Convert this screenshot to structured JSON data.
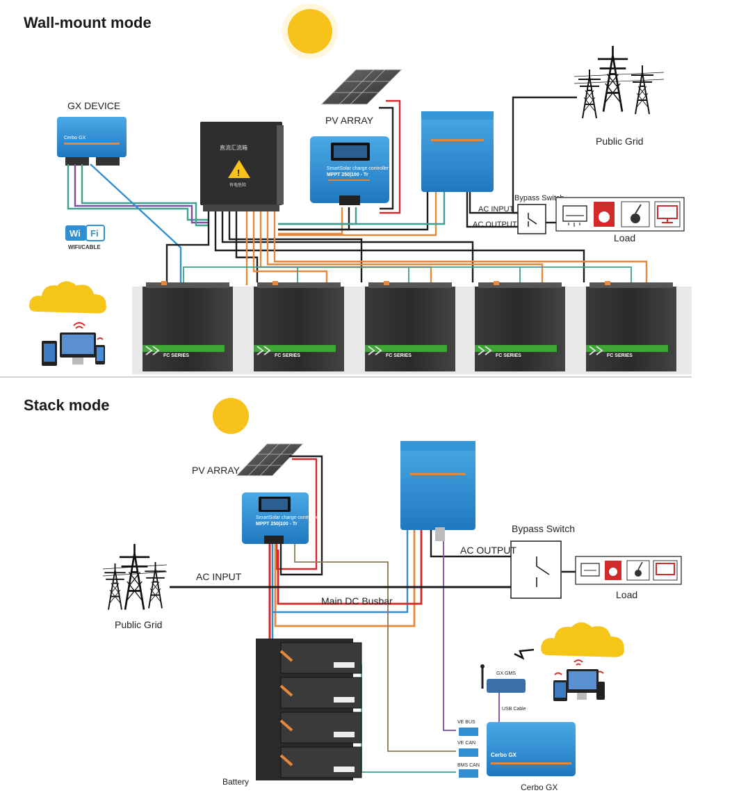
{
  "sections": {
    "wall": {
      "title": "Wall-mount mode"
    },
    "stack": {
      "title": "Stack mode"
    }
  },
  "wall": {
    "gx_device": "GX DEVICE",
    "gx_face": "Cerbo GX",
    "pv_array": "PV ARRAY",
    "public_grid": "Public Grid",
    "bypass_switch": "Bypass Switch",
    "ac_input": "AC INPUT",
    "ac_output": "AC OUTPUT",
    "load": "Load",
    "wifi": {
      "w": "Wi",
      "f": "Fi",
      "caption": "WIFI/CABLE"
    },
    "combiner_text": "直流汇流箱",
    "combiner_warning": "有电危险",
    "mppt_face": "SmartSolar charge controller",
    "mppt_model": "MPPT 250|100 - Tr",
    "battery_series": [
      "FC SERIES",
      "FC SERIES",
      "FC SERIES",
      "FC SERIES",
      "FC SERIES"
    ]
  },
  "stack": {
    "pv_array": "PV ARRAY",
    "bypass_switch": "Bypass Switch",
    "ac_output": "AC OUTPUT",
    "ac_input": "AC INPUT",
    "main_dc_busbar": "Main DC Busbar",
    "public_grid": "Public Grid",
    "load": "Load",
    "battery": "Battery",
    "gx_gms": "GX GMS",
    "usb_cable": "USB Cable",
    "cerbo_gx": "Cerbo GX",
    "cerbo_face": "Cerbo GX",
    "ve_bus": "VE BUS",
    "ve_can": "VE CAN",
    "bms_can": "BMS CAN",
    "mppt_face": "SmartSolar charge controller",
    "mppt_model": "MPPT 250|100 - Tr"
  },
  "colors": {
    "victron_blue": "#2f8fd1",
    "cable_red": "#d22a2a",
    "cable_orange": "#e6883a",
    "cable_teal": "#3d9f8f",
    "cable_black": "#1c1c1c",
    "sun": "#f7c21b",
    "cloud": "#f5c518",
    "battery_green": "#3fa535"
  },
  "icons": [
    "sun-icon",
    "solar-panel-icon",
    "pylon-icon",
    "cloud-icon",
    "wifi-signal-icon",
    "air-conditioner-icon",
    "washing-machine-icon",
    "vacuum-icon",
    "monitor-icon",
    "tablet-icon",
    "phone-icon",
    "lightning-icon"
  ]
}
